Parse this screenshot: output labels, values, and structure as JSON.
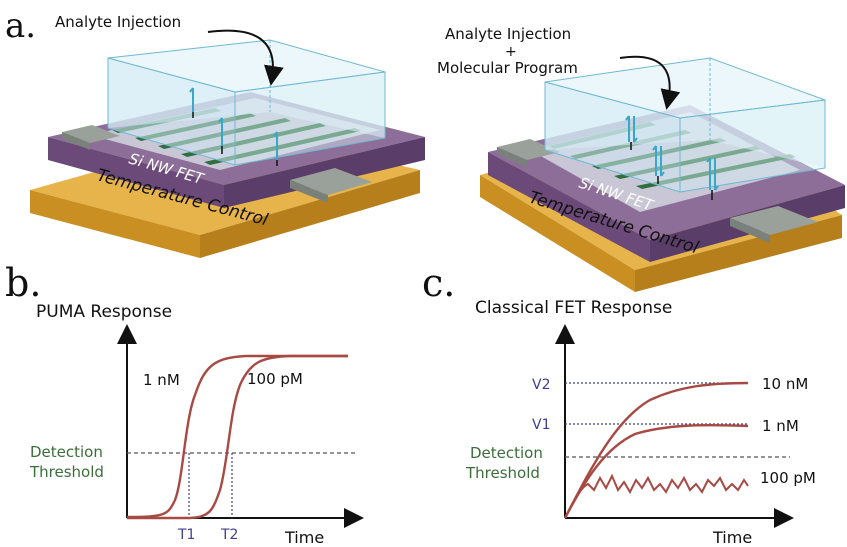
{
  "panel_a": {
    "letter": "a.",
    "left_device": {
      "injection_label": "Analyte Injection",
      "chip_label": "Si NW FET",
      "base_label": "Temperature Control"
    },
    "right_device": {
      "injection_label_line1": "Analyte Injection",
      "injection_label_plus": "+",
      "injection_label_line2": "Molecular Program",
      "chip_label": "Si NW FET",
      "base_label": "Temperature Control"
    }
  },
  "panel_b": {
    "letter": "b.",
    "title": "PUMA Response",
    "curve_labels": [
      "1 nM",
      "100 pM"
    ],
    "threshold_label_line1": "Detection",
    "threshold_label_line2": "Threshold",
    "x_ticks": [
      "T1",
      "T2"
    ],
    "xlabel": "Time"
  },
  "panel_c": {
    "letter": "c.",
    "title": "Classical FET Response",
    "curve_labels": [
      "10 nM",
      "1 nM",
      "100 pM"
    ],
    "y_ticks": [
      "V2",
      "V1"
    ],
    "threshold_label_line1": "Detection",
    "threshold_label_line2": "Threshold",
    "xlabel": "Time"
  },
  "colors": {
    "curve": "#a84a44",
    "threshold_text": "#3b6e3b",
    "tick_text": "#3f3f8f",
    "nanowire": "#2f6f3f",
    "chip": "#6b4a7a",
    "base": "#d9a032",
    "probe": "#3aa6c8"
  }
}
